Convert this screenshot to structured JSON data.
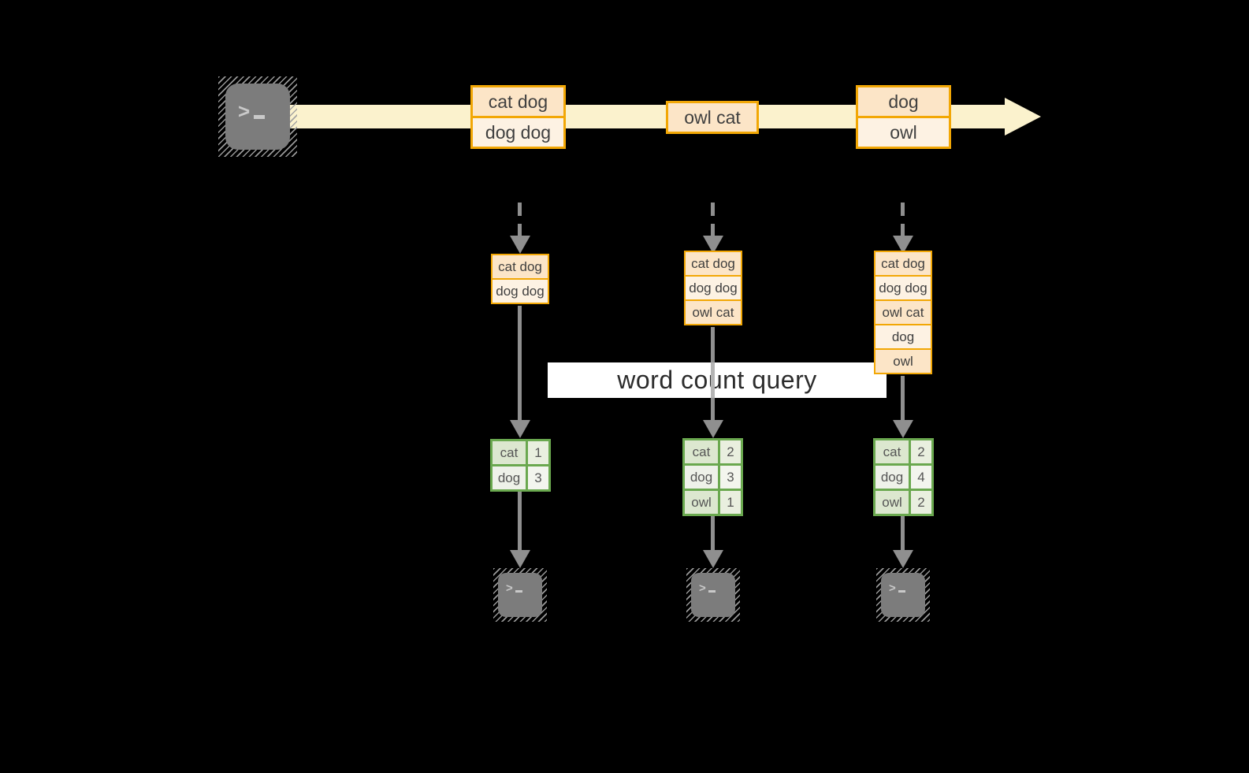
{
  "banner": {
    "label": "word count query"
  },
  "stream": {
    "source_icon": "terminal-icon",
    "events": [
      {
        "rows": [
          "cat dog",
          "dog dog"
        ]
      },
      {
        "rows": [
          "owl cat"
        ]
      },
      {
        "rows": [
          "dog",
          "owl"
        ]
      }
    ]
  },
  "pipelines": [
    {
      "buffer": [
        "cat dog",
        "dog dog"
      ],
      "counts": {
        "rows": [
          {
            "word": "cat",
            "count": 1
          },
          {
            "word": "dog",
            "count": 3
          }
        ]
      },
      "sink_icon": "terminal-icon"
    },
    {
      "buffer": [
        "cat dog",
        "dog dog",
        "owl cat"
      ],
      "counts": {
        "rows": [
          {
            "word": "cat",
            "count": 2
          },
          {
            "word": "dog",
            "count": 3
          },
          {
            "word": "owl",
            "count": 1
          }
        ]
      },
      "sink_icon": "terminal-icon"
    },
    {
      "buffer": [
        "cat dog",
        "dog dog",
        "owl cat",
        "dog",
        "owl"
      ],
      "counts": {
        "rows": [
          {
            "word": "cat",
            "count": 2
          },
          {
            "word": "dog",
            "count": 4
          },
          {
            "word": "owl",
            "count": 2
          }
        ]
      },
      "sink_icon": "terminal-icon"
    }
  ],
  "colors": {
    "background": "#000000",
    "stream_band": "#fbf2cd",
    "box_border": "#f2a705",
    "box_fill_dark": "#fce5c7",
    "box_fill_light": "#fdf2e3",
    "table_border": "#6aa84f",
    "arrow_gray": "#8f8f8f",
    "terminal_gray": "#7c7c7c",
    "banner_bg": "#ffffff"
  }
}
